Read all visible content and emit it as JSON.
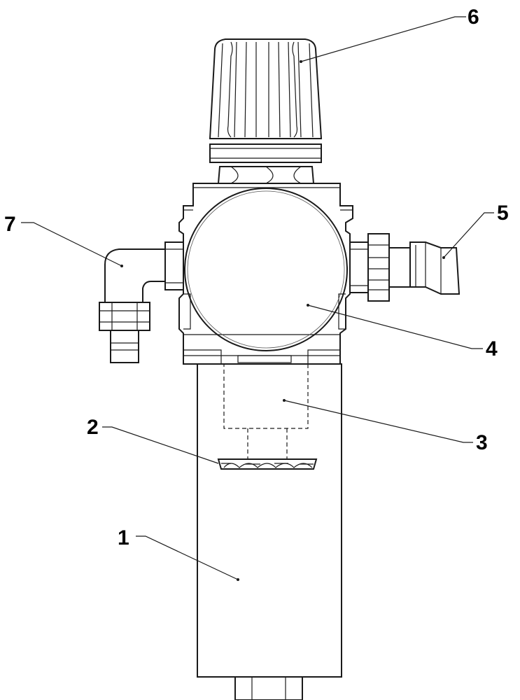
{
  "labels": {
    "part_1": "1",
    "part_2": "2",
    "part_3": "3",
    "part_4": "4",
    "part_5": "5",
    "part_6": "6",
    "part_7": "7"
  }
}
